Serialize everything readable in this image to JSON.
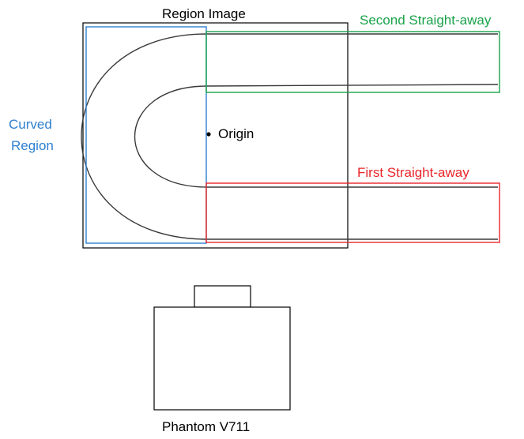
{
  "labels": {
    "region_image": "Region Image",
    "second_straight": "Second Straight-away",
    "curved_region_line1": "Curved",
    "curved_region_line2": "Region",
    "origin": "Origin",
    "first_straight": "First Straight-away",
    "camera": "Phantom V711"
  },
  "colors": {
    "outline": "#000000",
    "track": "#3a3a3a",
    "curved_region": "#2f80d0",
    "second_straight": "#1aa34a",
    "first_straight": "#e8262a"
  }
}
